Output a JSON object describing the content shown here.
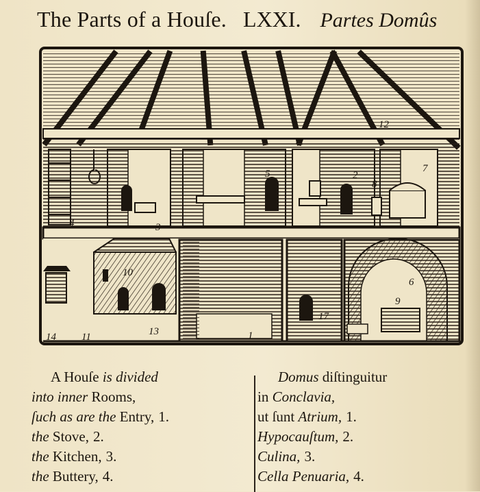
{
  "header": {
    "title_en": "The Parts of a Houſe.",
    "chapter": "LXXI.",
    "title_la": "Partes Domûs"
  },
  "plate": {
    "numbers": [
      "12",
      "7",
      "5",
      "2",
      "8",
      "4",
      "3",
      "6",
      "9",
      "10",
      "11",
      "13",
      "14",
      "17",
      "1"
    ]
  },
  "english": [
    {
      "lead": "A ",
      "lead_it": "",
      "word": "Houſe",
      "rest_it": " is divided",
      "tail": "",
      "num": ""
    },
    {
      "lead": "",
      "lead_it": "into inner ",
      "word": "Rooms,",
      "rest_it": "",
      "tail": "",
      "num": ""
    },
    {
      "lead": "",
      "lead_it": "ſuch as are the ",
      "word": "Entry,",
      "rest_it": "",
      "tail": "",
      "num": "1."
    },
    {
      "lead": "",
      "lead_it": "the ",
      "word": "Stove,",
      "rest_it": "",
      "tail": "",
      "num": "2."
    },
    {
      "lead": "",
      "lead_it": "the ",
      "word": "Kitchen,",
      "rest_it": "",
      "tail": "",
      "num": "3."
    },
    {
      "lead": "",
      "lead_it": "the ",
      "word": "Buttery,",
      "rest_it": "",
      "tail": "",
      "num": "4."
    }
  ],
  "latin": [
    {
      "it": "Domus ",
      "plain": "diſtinguitur",
      "num": ""
    },
    {
      "it": "",
      "plain": "in ",
      "it2": "Conclavia,",
      "num": ""
    },
    {
      "it": "",
      "plain": "ut ſunt ",
      "it2": "Atrium,",
      "num": "1."
    },
    {
      "it": "Hypocauſtum,",
      "plain": "",
      "num": "2."
    },
    {
      "it": "Culina,",
      "plain": "",
      "num": "3."
    },
    {
      "it": "Cella Penuaria,",
      "plain": "",
      "num": "4."
    }
  ]
}
